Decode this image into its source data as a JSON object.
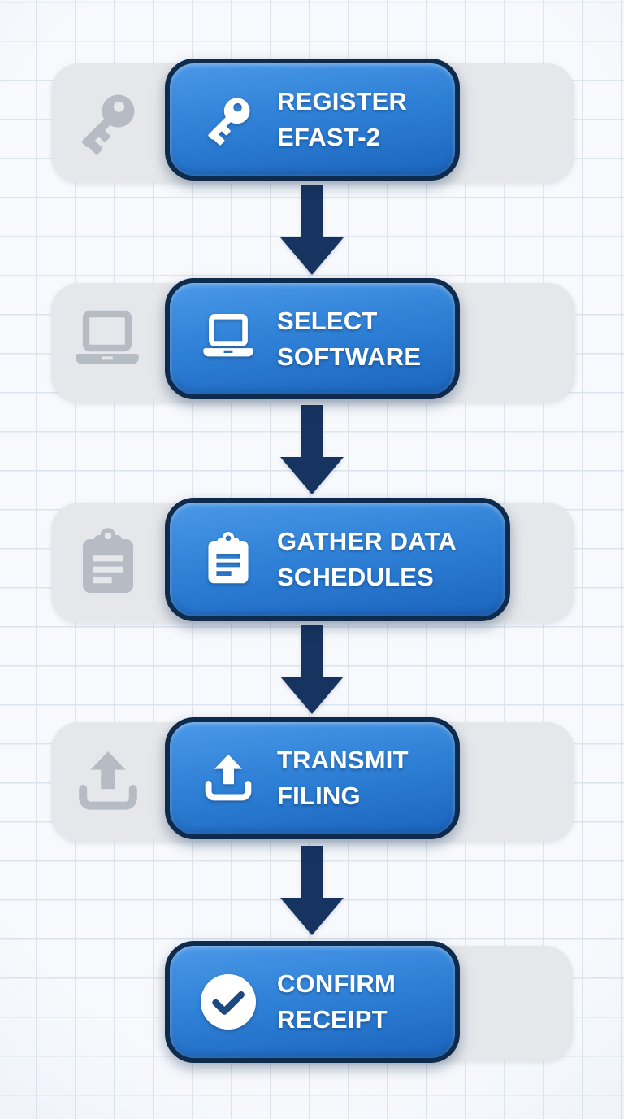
{
  "page": {
    "title": "EFAST-2 filing process flowchart"
  },
  "flow": {
    "steps": [
      {
        "name": "register-efast2",
        "lines": [
          "REGISTER",
          "EFAST-2"
        ],
        "icon": "key-icon"
      },
      {
        "name": "select-software",
        "lines": [
          "SELECT",
          "SOFTWARE"
        ],
        "icon": "laptop-icon"
      },
      {
        "name": "gather-data-schedules",
        "lines": [
          "GATHER DATA",
          "SCHEDULES"
        ],
        "icon": "clipboard-icon"
      },
      {
        "name": "transmit-filing",
        "lines": [
          "TRANSMIT",
          "FILING"
        ],
        "icon": "upload-icon"
      },
      {
        "name": "confirm-receipt",
        "lines": [
          "CONFIRM",
          "RECEIPT"
        ],
        "icon": "check-icon"
      }
    ],
    "connectors": 4
  },
  "colors": {
    "button_gradient_top": "#4a98e8",
    "button_gradient_bottom": "#1b64bd",
    "button_border": "#0e2a4d",
    "button_text": "#ffffff",
    "arrow": "#17335f",
    "band": "#e5e7ea",
    "ghost_icon": "#b6bbc4",
    "background": "#f7f9fc",
    "grid_line": "#dce4ee",
    "checkmark": "#1d4a80"
  }
}
